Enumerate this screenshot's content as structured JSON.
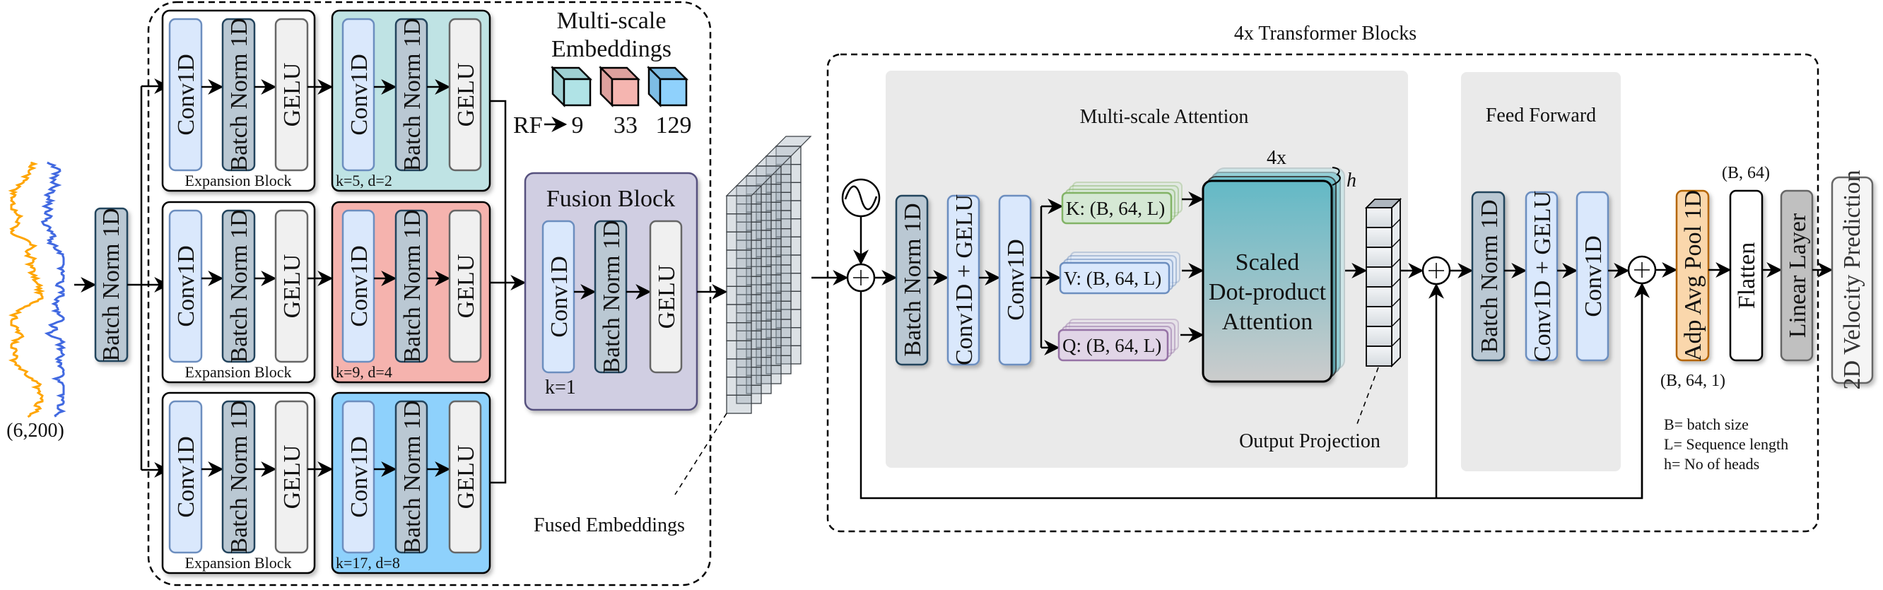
{
  "input": {
    "shape_label": "(6,200)",
    "signal_colors": {
      "series_a": "#4169E1",
      "series_b": "#FFA500"
    }
  },
  "stem": {
    "batchnorm_label": "Batch Norm 1D"
  },
  "multiscale": {
    "title_line1": "Multi-scale",
    "title_line2": "Embeddings",
    "rf_label": "RF",
    "rf_values": [
      "9",
      "33",
      "129"
    ],
    "branches": [
      {
        "expansion_label": "Expansion Block",
        "layers": [
          "Conv1D",
          "Batch Norm 1D",
          "GELU"
        ],
        "dilated_layers": [
          "Conv1D",
          "Batch Norm 1D",
          "GELU"
        ],
        "params": "k=5, d=2",
        "color": "#BFE3E4"
      },
      {
        "expansion_label": "Expansion Block",
        "layers": [
          "Conv1D",
          "Batch Norm 1D",
          "GELU"
        ],
        "dilated_layers": [
          "Conv1D",
          "Batch Norm 1D",
          "GELU"
        ],
        "params": "k=9, d=4",
        "color": "#F5B3AE"
      },
      {
        "expansion_label": "Expansion Block",
        "layers": [
          "Conv1D",
          "Batch Norm 1D",
          "GELU"
        ],
        "dilated_layers": [
          "Conv1D",
          "Batch Norm 1D",
          "GELU"
        ],
        "params": "k=17, d=8",
        "color": "#8ED1FC"
      }
    ],
    "cube_colors": [
      "#B0E3E6",
      "#F5B5B0",
      "#8FD1FC"
    ]
  },
  "fusion": {
    "title": "Fusion Block",
    "layers": [
      "Conv1D",
      "Batch Norm 1D",
      "GELU"
    ],
    "params": "k=1",
    "color": "#D0CEE2"
  },
  "fused_label": "Fused Embeddings",
  "transformer": {
    "title": "4x Transformer Blocks",
    "attention": {
      "title": "Multi-scale Attention",
      "layers": [
        "Batch Norm 1D",
        "Conv1D + GELU",
        "Conv1D"
      ],
      "k_label": "K: (B, 64, L)",
      "v_label": "V: (B, 64, L)",
      "q_label": "Q: (B, 64, L)",
      "sdpa_repeat": "4x",
      "sdpa_line1": "Scaled",
      "sdpa_line2": "Dot-product",
      "sdpa_line3": "Attention",
      "heads_symbol": "h",
      "output_projection": "Output Projection"
    },
    "feed_forward": {
      "title": "Feed Forward",
      "layers": [
        "Batch Norm 1D",
        "Conv1D + GELU",
        "Conv1D"
      ]
    }
  },
  "head": {
    "pool": "Adp Avg Pool 1D",
    "pool_shape": "(B, 64, 1)",
    "flatten": "Flatten",
    "flatten_shape": "(B, 64)",
    "linear": "Linear Layer",
    "output": "2D Velocity Prediction"
  },
  "legend": [
    "B= batch size",
    "L= Sequence length",
    "h= No of heads"
  ]
}
